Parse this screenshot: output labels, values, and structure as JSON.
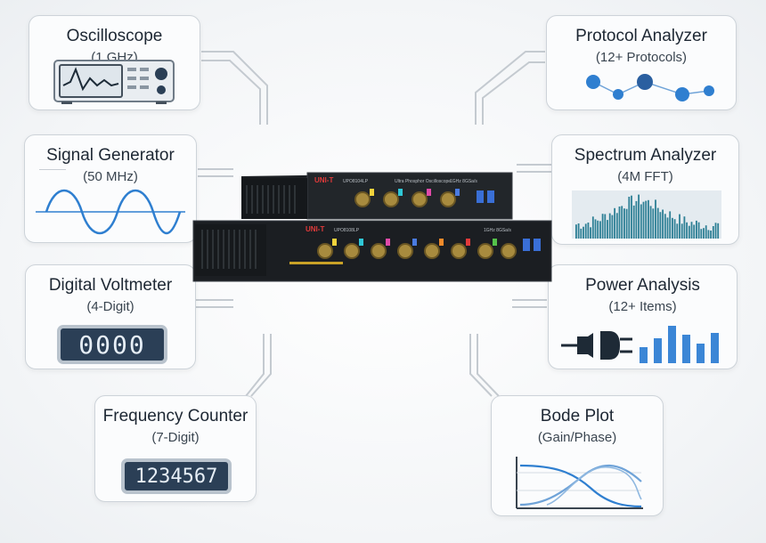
{
  "modules": [
    {
      "id": "oscilloscope",
      "title": "Oscilloscope",
      "subtitle": "(1 GHz)",
      "icon": "oscilloscope-icon"
    },
    {
      "id": "signal-generator",
      "title": "Signal Generator",
      "subtitle": "(50 MHz)",
      "icon": "sine-wave-icon"
    },
    {
      "id": "digital-voltmeter",
      "title": "Digital Voltmeter",
      "subtitle": "(4-Digit)",
      "icon": "seven-segment-display-icon",
      "display": "0000"
    },
    {
      "id": "frequency-counter",
      "title": "Frequency Counter",
      "subtitle": "(7-Digit)",
      "icon": "seven-segment-display-icon",
      "display": "1234567"
    },
    {
      "id": "protocol-analyzer",
      "title": "Protocol Analyzer",
      "subtitle": "(12+ Protocols)",
      "icon": "network-nodes-icon"
    },
    {
      "id": "spectrum-analyzer",
      "title": "Spectrum Analyzer",
      "subtitle": "(4M FFT)",
      "icon": "spectrum-bars-icon"
    },
    {
      "id": "power-analysis",
      "title": "Power Analysis",
      "subtitle": "(12+ Items)",
      "icon": "power-plug-icon"
    },
    {
      "id": "bode-plot",
      "title": "Bode Plot",
      "subtitle": "(Gain/Phase)",
      "icon": "bode-curves-icon"
    }
  ],
  "device": {
    "brand": "UNI-T",
    "model_top": "UPO8104LP",
    "model_bottom": "UPO8108LP",
    "label_top": "Ultra Phosphor Oscilloscope",
    "label_rate_top": "1GHz 8GSa/s",
    "label_rate_bottom": "1GHz 8GSa/s"
  },
  "colors": {
    "accent_blue": "#2f7fd0",
    "display_dark": "#2b3f56",
    "bar_blue": "#3b86d6",
    "spectrum_teal": "#2d7f95"
  }
}
